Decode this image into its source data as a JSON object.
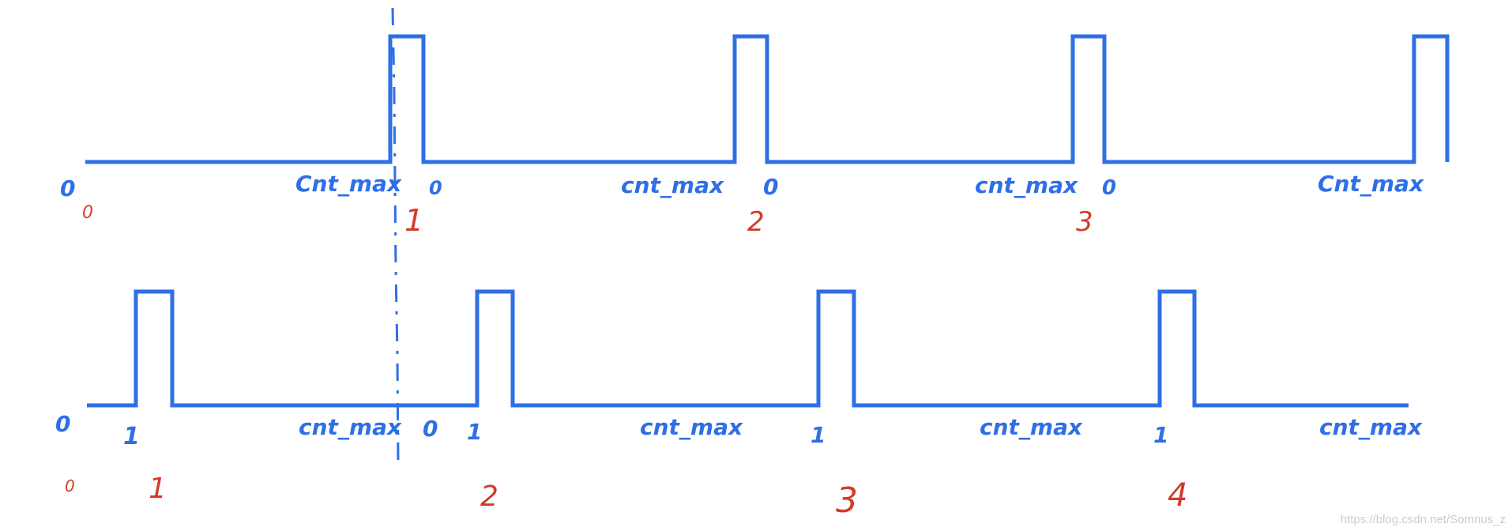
{
  "colors": {
    "signal": "#2f6fe6",
    "label": "#2f6fe6",
    "count": "#d23b2a",
    "watermark": "#c9ccd3",
    "background": "#ffffff"
  },
  "top_diagram": {
    "start_zero_label": "0",
    "start_count": "0",
    "cnt_labels": [
      "Cnt_max",
      "cnt_max",
      "cnt_max",
      "Cnt_max"
    ],
    "zero_labels": [
      "0",
      "0",
      "0"
    ],
    "counts": [
      "1",
      "2",
      "3"
    ]
  },
  "bottom_diagram": {
    "start_zero_label": "0",
    "start_count": "0",
    "cnt_labels": [
      "cnt_max",
      "cnt_max",
      "cnt_max",
      "cnt_max"
    ],
    "zero_labels": [
      "0"
    ],
    "one_labels": [
      "1",
      "1",
      "1",
      "1"
    ],
    "counts": [
      "1",
      "2",
      "3",
      "4"
    ]
  },
  "watermark": "https://blog.csdn.net/Somnus_z"
}
